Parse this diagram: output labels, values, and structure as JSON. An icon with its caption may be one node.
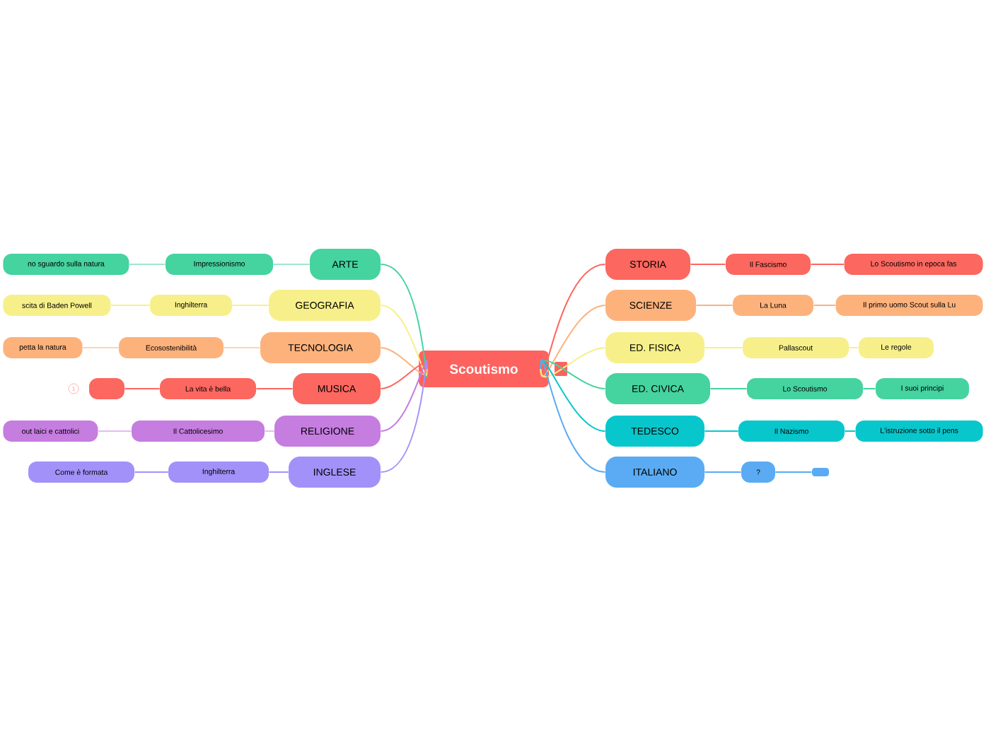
{
  "diagram": {
    "nodes": [
      {
        "text": [
          "Scoutismo"
        ]
      },
      {
        "text": [
          "ARTE"
        ]
      },
      {
        "text": [
          "Impressionismo"
        ]
      },
      {
        "text": [
          "no sguardo sulla natura"
        ]
      },
      {
        "text": [
          "GEOGRAFIA"
        ]
      },
      {
        "text": [
          "Inghilterra"
        ]
      },
      {
        "text": [
          "scita di Baden Powell"
        ]
      },
      {
        "text": [
          "TECNOLOGIA"
        ]
      },
      {
        "text": [
          "Ecosostenibilità"
        ]
      },
      {
        "text": [
          "petta la natura"
        ]
      },
      {
        "text": [
          "MUSICA"
        ]
      },
      {
        "text": [
          "La vita è bella"
        ]
      },
      {
        "text": [],
        "shape": "box"
      },
      {
        "text": [
          "RELIGIONE"
        ]
      },
      {
        "text": [
          "Il Cattolicesimo"
        ]
      },
      {
        "text": [
          "out laici e cattolici"
        ]
      },
      {
        "text": [
          "INGLESE"
        ]
      },
      {
        "text": [
          "Inghilterra"
        ]
      },
      {
        "text": [
          "Come è formata"
        ]
      },
      {
        "text": [
          "STORIA"
        ]
      },
      {
        "text": [
          "Il Fascismo"
        ]
      },
      {
        "text": [
          "Lo Scoutismo in epoca fas"
        ]
      },
      {
        "text": [
          "SCIENZE"
        ]
      },
      {
        "text": [
          "La Luna"
        ]
      },
      {
        "text": [
          "Il primo uomo Scout sulla Lu"
        ]
      },
      {
        "text": [
          "ED. FISICA"
        ]
      },
      {
        "text": [
          "Pallascout"
        ]
      },
      {
        "text": [
          "Le regole"
        ]
      },
      {
        "text": [
          "ED. CIVICA"
        ]
      },
      {
        "text": [
          "Lo Scoutismo"
        ]
      },
      {
        "text": [
          "I suoi principi"
        ]
      },
      {
        "text": [
          "TEDESCO"
        ]
      },
      {
        "text": [
          "Il Nazismo"
        ]
      },
      {
        "text": [
          "L'istruzione sotto il pens"
        ]
      },
      {
        "text": [
          "ITALIANO"
        ]
      },
      {
        "text": [
          "?"
        ]
      },
      {
        "text": [],
        "shape": "box"
      }
    ],
    "edges": [
      {
        "from": 0,
        "to": 1,
        "arrow": "none",
        "color": "#45d39f"
      },
      {
        "from": 1,
        "to": 2,
        "arrow": "none",
        "color": "#9ee8cc"
      },
      {
        "from": 2,
        "to": 3,
        "arrow": "none",
        "color": "#9ee8cc"
      },
      {
        "from": 0,
        "to": 4,
        "arrow": "none",
        "color": "#f7f08a"
      },
      {
        "from": 4,
        "to": 5,
        "arrow": "none",
        "color": "#f7f08a"
      },
      {
        "from": 5,
        "to": 6,
        "arrow": "none",
        "color": "#f7f08a"
      },
      {
        "from": 0,
        "to": 7,
        "arrow": "none",
        "color": "#fdb27c"
      },
      {
        "from": 7,
        "to": 8,
        "arrow": "none",
        "color": "#fdd4b6"
      },
      {
        "from": 8,
        "to": 9,
        "arrow": "none",
        "color": "#fdd4b6"
      },
      {
        "from": 0,
        "to": 10,
        "arrow": "none",
        "color": "#fc6760"
      },
      {
        "from": 10,
        "to": 11,
        "arrow": "none",
        "color": "#fc6760"
      },
      {
        "from": 11,
        "to": 12,
        "arrow": "none",
        "color": "#fc6760"
      },
      {
        "from": 0,
        "to": 13,
        "arrow": "none",
        "color": "#c57de0"
      },
      {
        "from": 13,
        "to": 14,
        "arrow": "none",
        "color": "#e2bdef"
      },
      {
        "from": 14,
        "to": 15,
        "arrow": "none",
        "color": "#e2bdef"
      },
      {
        "from": 0,
        "to": 16,
        "arrow": "none",
        "color": "#a291f9"
      },
      {
        "from": 16,
        "to": 17,
        "arrow": "none",
        "color": "#a291f9"
      },
      {
        "from": 17,
        "to": 18,
        "arrow": "none",
        "color": "#a291f9"
      },
      {
        "from": 0,
        "to": 19,
        "arrow": "none",
        "color": "#fc6760"
      },
      {
        "from": 19,
        "to": 20,
        "arrow": "none",
        "color": "#fc6760"
      },
      {
        "from": 20,
        "to": 21,
        "arrow": "none",
        "color": "#fc6760"
      },
      {
        "from": 0,
        "to": 22,
        "arrow": "none",
        "color": "#fdb27c"
      },
      {
        "from": 22,
        "to": 23,
        "arrow": "none",
        "color": "#fdb27c"
      },
      {
        "from": 23,
        "to": 24,
        "arrow": "none",
        "color": "#fdb27c"
      },
      {
        "from": 0,
        "to": 25,
        "arrow": "none",
        "color": "#f7f08a"
      },
      {
        "from": 25,
        "to": 26,
        "arrow": "none",
        "color": "#f7f08a"
      },
      {
        "from": 26,
        "to": 27,
        "arrow": "none",
        "color": "#f7f08a"
      },
      {
        "from": 0,
        "to": 28,
        "arrow": "none",
        "color": "#45d39f"
      },
      {
        "from": 28,
        "to": 29,
        "arrow": "none",
        "color": "#45d39f"
      },
      {
        "from": 29,
        "to": 30,
        "arrow": "none",
        "color": "#45d39f"
      },
      {
        "from": 0,
        "to": 31,
        "arrow": "none",
        "color": "#08c7cc"
      },
      {
        "from": 31,
        "to": 32,
        "arrow": "none",
        "color": "#08c7cc"
      },
      {
        "from": 32,
        "to": 33,
        "arrow": "none",
        "color": "#08c7cc"
      },
      {
        "from": 0,
        "to": 34,
        "arrow": "none",
        "color": "#5aabf3"
      },
      {
        "from": 34,
        "to": 35,
        "arrow": "none",
        "color": "#5aabf3"
      },
      {
        "from": 35,
        "to": 36,
        "arrow": "none",
        "color": "#5aabf3"
      }
    ],
    "labels": [
      "1"
    ]
  }
}
